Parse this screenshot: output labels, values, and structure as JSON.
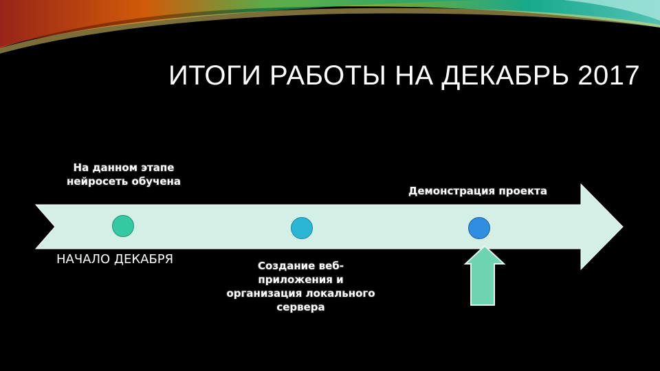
{
  "slide": {
    "title": "ИТОГИ РАБОТЫ НА ДЕКАБРЬ 2017"
  },
  "timeline": {
    "milestones": [
      {
        "top_label": "На данном этапе нейросеть обучена",
        "bottom_label": "НАЧАЛО ДЕКАБРЯ",
        "color": "#34c9a0"
      },
      {
        "top_label": "",
        "bottom_label": "Создание веб-приложения и организация локального сервера",
        "color": "#2bb6d6"
      },
      {
        "top_label": "Демонстрация проекта",
        "bottom_label": "",
        "color": "#2f8ee0"
      }
    ],
    "arrow_color": "#d4efe6",
    "pointer_color": "#6ed3b0"
  }
}
